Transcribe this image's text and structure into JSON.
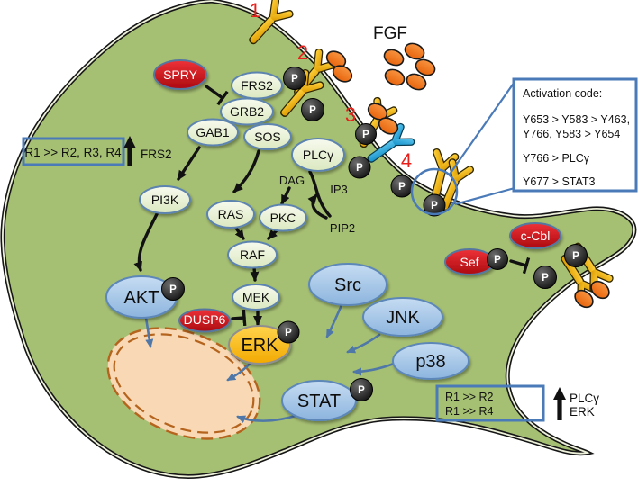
{
  "ligand": {
    "label": "FGF"
  },
  "receptors": {
    "numbers": [
      "1",
      "2",
      "3",
      "4"
    ]
  },
  "phospho_label": "P",
  "nodes": {
    "spry": "SPRY",
    "frs2": "FRS2",
    "grb2": "GRB2",
    "gab1": "GAB1",
    "sos": "SOS",
    "plcg": "PLCγ",
    "pi3k": "PI3K",
    "ras": "RAS",
    "pkc": "PKC",
    "raf": "RAF",
    "mek": "MEK",
    "akt": "AKT",
    "erk": "ERK",
    "dusp6": "DUSP6",
    "src": "Src",
    "jnk": "JNK",
    "p38": "p38",
    "stat": "STAT",
    "sef": "Sef",
    "ccbl": "c-Cbl"
  },
  "messengers": {
    "dag": "DAG",
    "ip3": "IP3",
    "pip2": "PIP2"
  },
  "activation_box": {
    "title": "Activation code:",
    "lines": [
      "Y653 > Y583 > Y463,",
      "Y766, Y583 > Y654",
      "Y766  > PLCγ",
      "Y677 > STAT3"
    ]
  },
  "left_note": {
    "box_text": "R1 >> R2, R3, R4",
    "arrow_label": "FRS2"
  },
  "right_note": {
    "box_lines": [
      "R1 >> R2",
      "R1 >> R4"
    ],
    "arrow_labels": [
      "PLCγ",
      "ERK"
    ]
  },
  "colors": {
    "cell_fill": "#a6c073",
    "membrane": "#161616",
    "nucleus_fill": "#f9d9b5",
    "nucleus_border": "#b5641e",
    "pale_node_border": "#5d84b0",
    "blue_node_border": "#5b87b8",
    "red_node_fill": "#dd1c24",
    "yellow_node_fill": "#ffc008",
    "receptor_gold": "#f2b60c",
    "receptor_blue": "#28abe2",
    "ligand_orange": "#ef7d1a",
    "arrow_blue": "#4f77a8",
    "annotation_blue": "#4a7ab8",
    "number_red": "#e8201c"
  }
}
